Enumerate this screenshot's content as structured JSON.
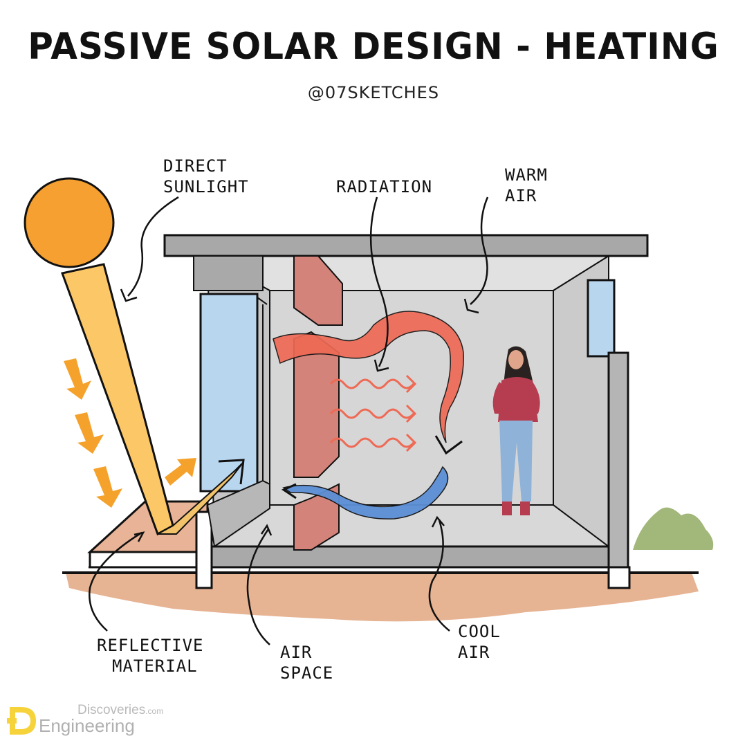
{
  "title": "PASSIVE SOLAR DESIGN - HEATING",
  "credit": "@07SKETCHES",
  "labels": {
    "direct_sunlight_1": "DIRECT",
    "direct_sunlight_2": "SUNLIGHT",
    "radiation": "RADIATION",
    "warm_air_1": "WARM",
    "warm_air_2": "AIR",
    "reflective_1": "REFLECTIVE",
    "reflective_2": "MATERIAL",
    "air_space_1": "AIR",
    "air_space_2": "SPACE",
    "cool_air_1": "COOL",
    "cool_air_2": "AIR"
  },
  "watermark": {
    "line1": "Discoveries",
    "suffix": ".com",
    "line2": "Engineering"
  },
  "colors": {
    "sun": "#f5a030",
    "sunbeam": "#fcc766",
    "arrow": "#f5a22c",
    "wall": "#b8b8b8",
    "interior": "#d3d3d3",
    "glass": "#b9d6ef",
    "thermal_mass": "#d4837a",
    "warm_air": "#ee6a55",
    "cool_air": "#5b8fd6",
    "ground": "#e6b393",
    "bush": "#a1b87a"
  }
}
